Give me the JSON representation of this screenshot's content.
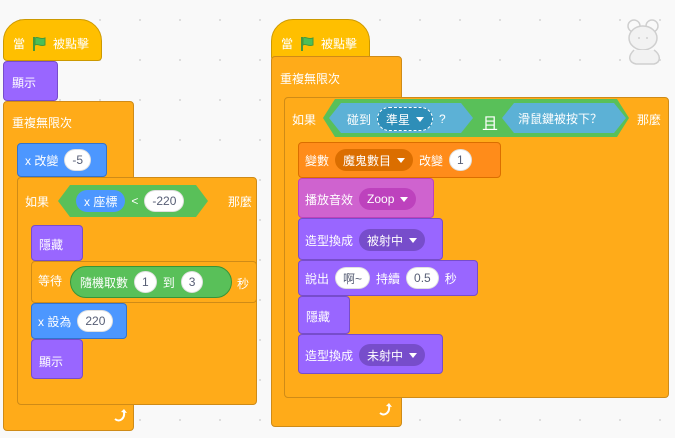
{
  "left": {
    "when_flag": {
      "pre": "當",
      "post": "被點擊"
    },
    "show_top": "顯示",
    "forever": "重複無限次",
    "change_x": {
      "label": "x 改變",
      "value": "-5"
    },
    "if": {
      "label": "如果",
      "then": "那麼",
      "reporter": "x 座標",
      "op": "<",
      "value": "-220"
    },
    "hide": "隱藏",
    "wait": {
      "label": "等待",
      "random": "隨機取數",
      "from": "1",
      "to_label": "到",
      "to": "3",
      "unit": "秒"
    },
    "set_x": {
      "label": "x 設為",
      "value": "220"
    },
    "show": "顯示"
  },
  "right": {
    "when_flag": {
      "pre": "當",
      "post": "被點擊"
    },
    "forever": "重複無限次",
    "if": {
      "label": "如果",
      "touching": "碰到",
      "target": "準星",
      "q": "?",
      "and": "且",
      "mouse": "滑鼠鍵被按下？",
      "then": "那麼"
    },
    "change_var": {
      "label": "變數",
      "var": "魔鬼數目",
      "change": "改變",
      "value": "1"
    },
    "play_sound": {
      "label": "播放音效",
      "sound": "Zoop"
    },
    "switch1": {
      "label": "造型換成",
      "costume": "被射中"
    },
    "say": {
      "label": "說出",
      "text": "啊~",
      "for": "持續",
      "secs": "0.5",
      "unit": "秒"
    },
    "hide": "隱藏",
    "switch2": {
      "label": "造型換成",
      "costume": "未射中"
    }
  },
  "colors": {
    "events": "#ffbf00",
    "control": "#ffab19",
    "motion": "#4c97ff",
    "looks": "#9966ff",
    "sound": "#cf63cf",
    "variables": "#ff8c1a",
    "operators": "#59c059",
    "sensing": "#5cb1d6"
  }
}
